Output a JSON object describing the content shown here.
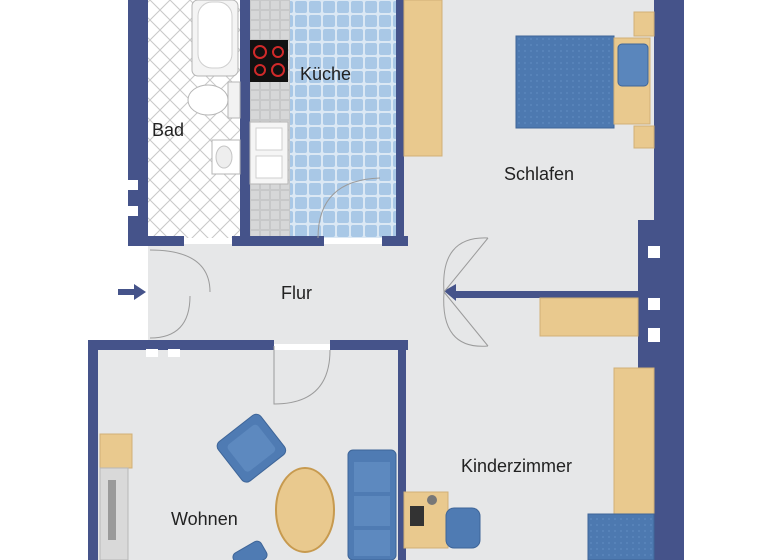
{
  "rooms": {
    "bad": "Bad",
    "kueche": "Küche",
    "schlafen": "Schlafen",
    "flur": "Flur",
    "kinderzimmer": "Kinderzimmer",
    "wohnen": "Wohnen"
  },
  "colors": {
    "wall": "#45538a",
    "floor": "#e6e7e8",
    "wood": "#e9c98e",
    "bed": "#4f7bb3",
    "tile_blue": "#a9c8e6",
    "counter": "#c9cacb"
  }
}
